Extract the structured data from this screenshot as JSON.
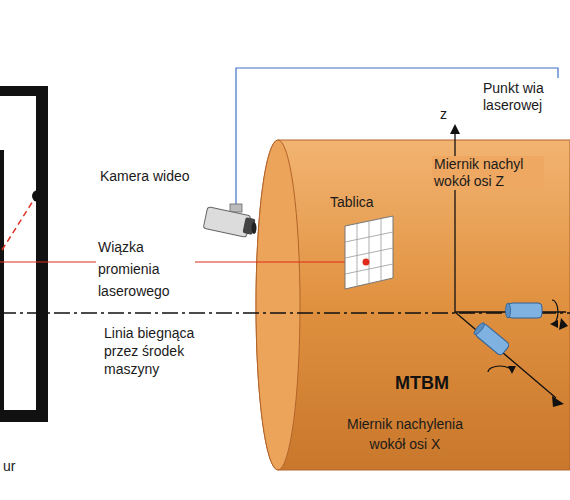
{
  "diagram": {
    "nodes": [
      {
        "text": [
          "MTBM"
        ]
      }
    ],
    "labels": [
      "Punkt wia laserowej",
      "z",
      "Kamera wideo",
      "Tablica",
      "Miernik nachyl wokół osi Z",
      "Wiązka promienia laserowego",
      "Linia biegnąca przez środek maszyny",
      "Miernik nachylenia wokół osi X",
      "ur"
    ]
  }
}
